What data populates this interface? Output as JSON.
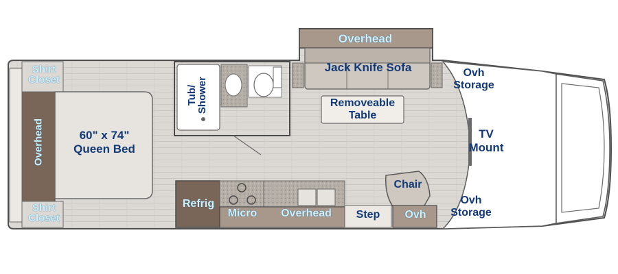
{
  "floorplan": {
    "labels": {
      "shirt_closet_top": "Shirt\nCloset",
      "shirt_closet_bottom": "Shirt\nCloset",
      "overhead_bed": "Overhead",
      "queen_bed": "60\" x 74\"\nQueen Bed",
      "tub_shower": "Tub/\nShower",
      "overhead_sofa": "Overhead",
      "jack_knife_sofa": "Jack Knife Sofa",
      "removeable_table": "Removeable\nTable",
      "ovh_storage_top": "Ovh\nStorage",
      "tv_mount": "TV\nMount",
      "chair": "Chair",
      "ovh_storage_bottom": "Ovh\nStorage",
      "refrig": "Refrig",
      "micro": "Micro",
      "overhead_kitchen": "Overhead",
      "step": "Step",
      "ovh": "Ovh"
    },
    "colors": {
      "floor": "#d9d6d2",
      "floor_lines": "#c4c0bb",
      "wall": "#4a4a4a",
      "cabinet_dark": "#7a6658",
      "cabinet_mid": "#a8988b",
      "sofa_fill": "#cfc8c0",
      "counter": "#b8b2aa",
      "cab_front": "#ece9e4",
      "label_dark": "#123a78",
      "label_light": "#c8f3ff"
    }
  }
}
